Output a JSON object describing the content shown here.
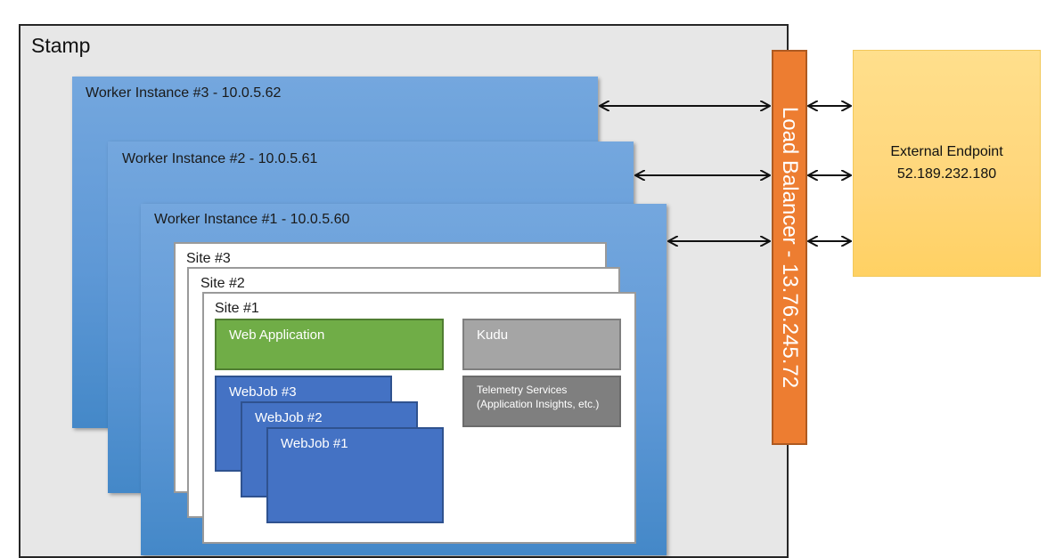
{
  "stamp": {
    "title": "Stamp"
  },
  "workers": [
    {
      "label": "Worker Instance #3 - 10.0.5.62"
    },
    {
      "label": "Worker Instance #2 - 10.0.5.61"
    },
    {
      "label": "Worker Instance #1 - 10.0.5.60"
    }
  ],
  "sites": [
    {
      "label": "Site #3"
    },
    {
      "label": "Site #2"
    },
    {
      "label": "Site #1"
    }
  ],
  "components": {
    "web_application": "Web Application",
    "kudu": "Kudu",
    "telemetry_line1": "Telemetry Services",
    "telemetry_line2": "(Application Insights, etc.)"
  },
  "webjobs": [
    {
      "label": "WebJob #3"
    },
    {
      "label": "WebJob #2"
    },
    {
      "label": "WebJob #1"
    }
  ],
  "load_balancer": {
    "label": "Load Balancer - 13.76.245.72"
  },
  "external_endpoint": {
    "title": "External Endpoint",
    "ip": "52.189.232.180"
  },
  "colors": {
    "worker": "#5e98d6",
    "web_application": "#70ad47",
    "kudu": "#a5a5a5",
    "telemetry": "#7f7f7f",
    "webjob": "#4472c4",
    "load_balancer": "#ed7d31",
    "external_endpoint": "#ffd67a"
  }
}
